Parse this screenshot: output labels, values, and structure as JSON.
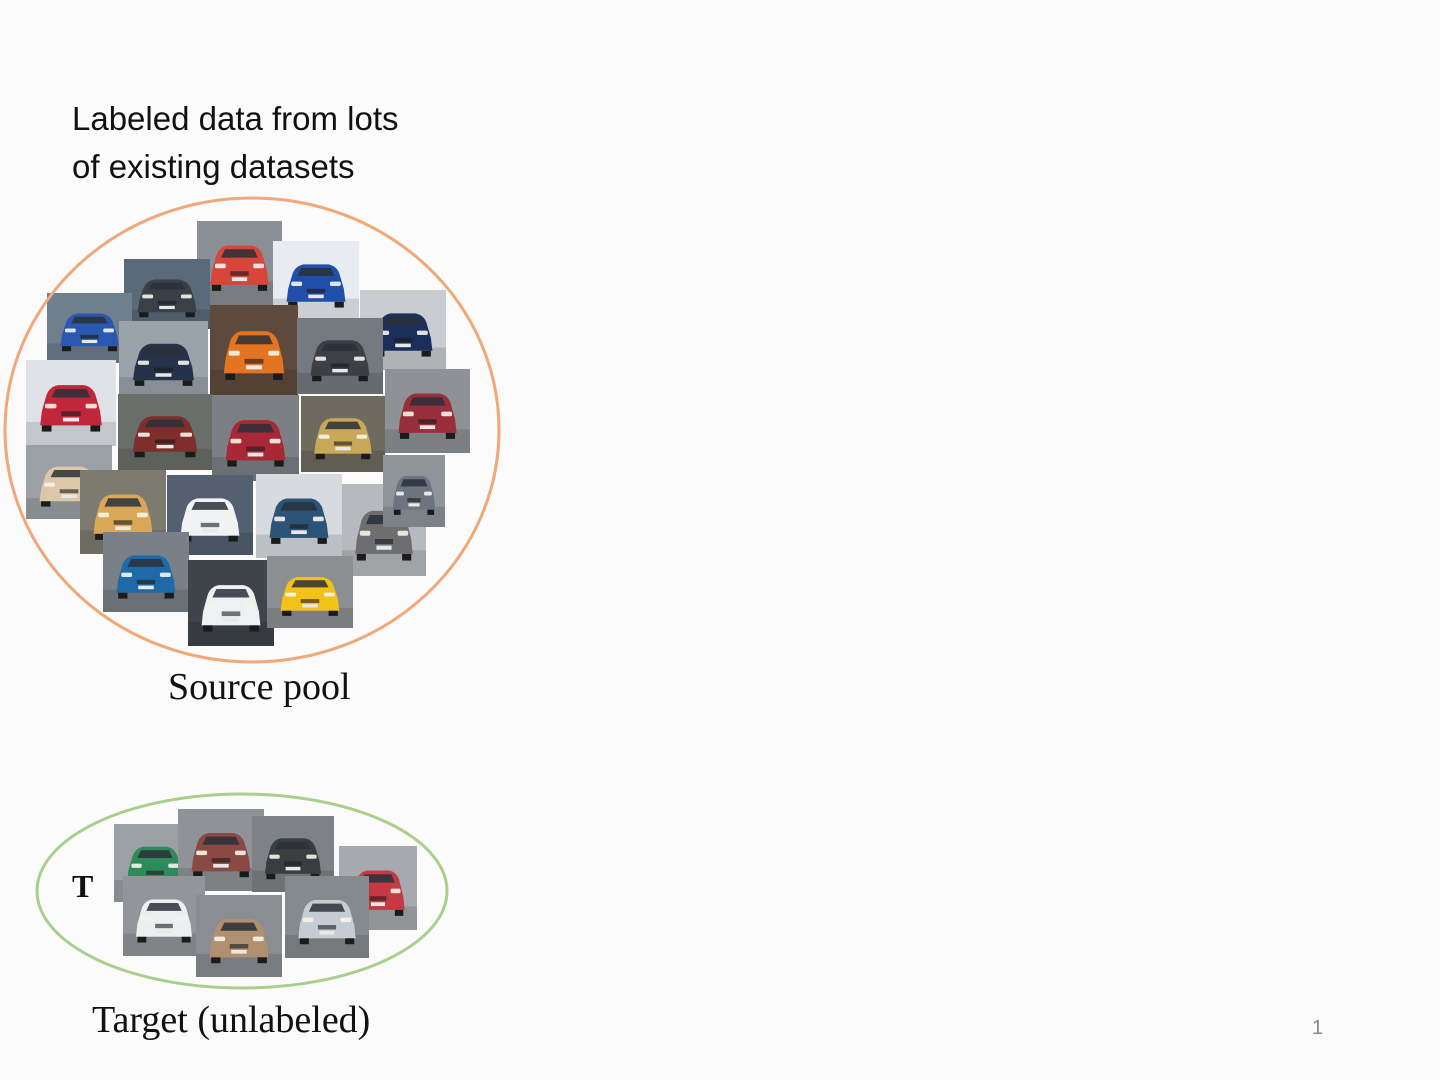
{
  "slide": {
    "heading_line1": "Labeled data from lots",
    "heading_line2": "of existing datasets",
    "source_caption": "Source pool",
    "target_label": "T",
    "target_caption": "Target (unlabeled)",
    "page_number": "1"
  },
  "colors": {
    "source_ellipse": "#f0a878",
    "target_ellipse": "#a9cf8c",
    "background": "#fbfbfb"
  },
  "source_photos": [
    {
      "body": "#d8453a",
      "bg": "#8a8f96"
    },
    {
      "body": "#3a4048",
      "bg": "#5a6a7a"
    },
    {
      "body": "#1f4fa8",
      "bg": "#e8ecf2"
    },
    {
      "body": "#2a58b0",
      "bg": "#6f7f8e"
    },
    {
      "body": "#1c2f5a",
      "bg": "#c9ccd0"
    },
    {
      "body": "#e37421",
      "bg": "#5e4a3c"
    },
    {
      "body": "#25324a",
      "bg": "#9aa2aa"
    },
    {
      "body": "#3c4046",
      "bg": "#747a80"
    },
    {
      "body": "#c0273a",
      "bg": "#dfe2e6"
    },
    {
      "body": "#7e2f2c",
      "bg": "#6a6e68"
    },
    {
      "body": "#9a2f3c",
      "bg": "#8e9196"
    },
    {
      "body": "#c9a85a",
      "bg": "#6e6a5e"
    },
    {
      "body": "#a82836",
      "bg": "#7c8084"
    },
    {
      "body": "#dcc8a8",
      "bg": "#9aa0a6"
    },
    {
      "body": "#d8a858",
      "bg": "#7d7a70"
    },
    {
      "body": "#f0f2f4",
      "bg": "#546070"
    },
    {
      "body": "#2d5478",
      "bg": "#d7dbe0"
    },
    {
      "body": "#6e6e70",
      "bg": "#b6babe"
    },
    {
      "body": "#1e6aa8",
      "bg": "#7a8088"
    },
    {
      "body": "#eef0f2",
      "bg": "#3e444a"
    },
    {
      "body": "#f2c21a",
      "bg": "#8c8f92"
    },
    {
      "body": "#6c7480",
      "bg": "#8e949a"
    }
  ],
  "target_photos": [
    {
      "body": "#2e8a5a",
      "bg": "#9aa0a4"
    },
    {
      "body": "#8a4a44",
      "bg": "#8f9397"
    },
    {
      "body": "#3a3c40",
      "bg": "#7e8286"
    },
    {
      "body": "#c43a44",
      "bg": "#a6aaae"
    },
    {
      "body": "#eceef0",
      "bg": "#92969a"
    },
    {
      "body": "#b09070",
      "bg": "#8a8e92"
    },
    {
      "body": "#c6ccd4",
      "bg": "#858a8f"
    }
  ]
}
